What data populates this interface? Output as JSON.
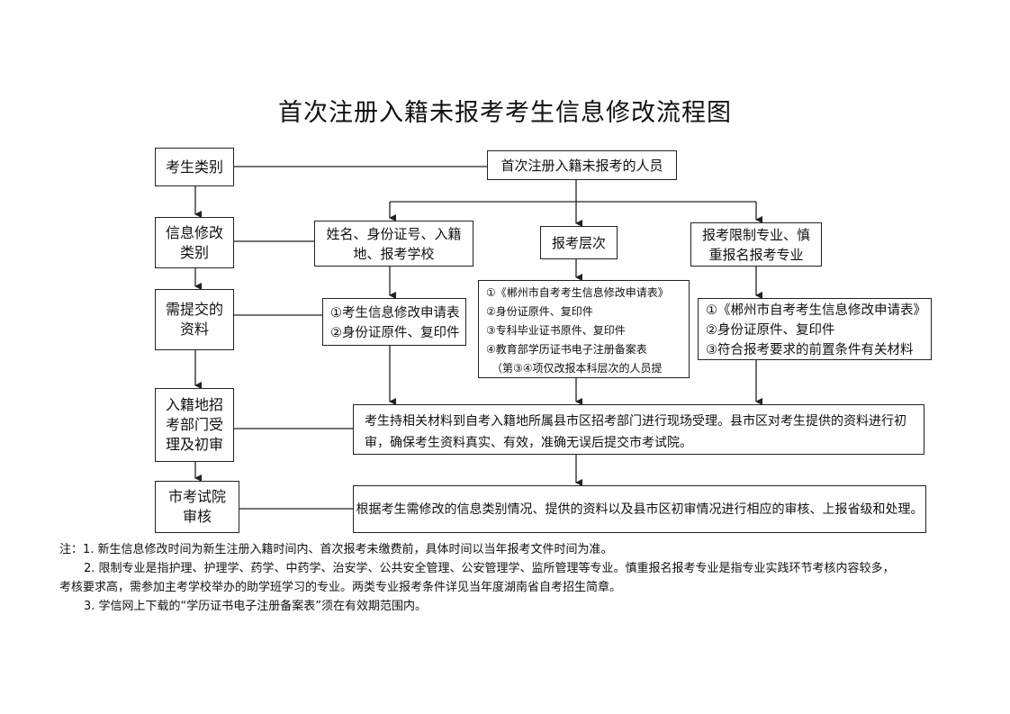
{
  "title": "首次注册入籍未报考考生信息修改流程图",
  "rows": {
    "category": "考生类别",
    "modify_type": "信息修改\n类别",
    "materials": "需提交的\n资料",
    "local_review": "入籍地招\n考部门受\n理及初审",
    "city_review": "市考试院\n审核"
  },
  "top_node": "首次注册入籍未报考的人员",
  "branches": {
    "personal": "姓名、身份证号、入籍\n地、报考学校",
    "level": "报考层次",
    "restricted": "报考限制专业、慎\n重报名报考专业"
  },
  "materials": {
    "personal": [
      "①考生信息修改申请表",
      "②身份证原件、复印件"
    ],
    "level": [
      "①《郴州市自考考生信息修改申请表》",
      "②身份证原件、复印件",
      "③专科毕业证书原件、复印件",
      "④教育部学历证书电子注册备案表",
      "（第③④项仅改报本科层次的人员提"
    ],
    "restricted": [
      "①《郴州市自考考生信息修改申请表》",
      "②身份证原件、复印件",
      "③符合报考要求的前置条件有关材料"
    ]
  },
  "process": {
    "local": "考生持相关材料到自考入籍地所属县市区招考部门进行现场受理。县市区对考生提供的资料进行初审，确保考生资料真实、有效，准确无误后提交市考试院。",
    "city": "根据考生需修改的信息类别情况、提供的资料以及县市区初审情况进行相应的审核、上报省级和处理。"
  },
  "notes": [
    "注：1. 新生信息修改时间为新生注册入籍时间内、首次报考未缴费前，具体时间以当年报考文件时间为准。",
    "2. 限制专业是指护理、护理学、药学、中药学、治安学、公共安全管理、公安管理学、监所管理等专业。慎重报名报考专业是指专业实践环节考核内容较多，",
    "考核要求高，需参加主考学校举办的助学班学习的专业。两类专业报考条件详见当年度湖南省自考招生简章。",
    "3. 学信网上下载的“学历证书电子注册备案表”须在有效期范围内。"
  ]
}
